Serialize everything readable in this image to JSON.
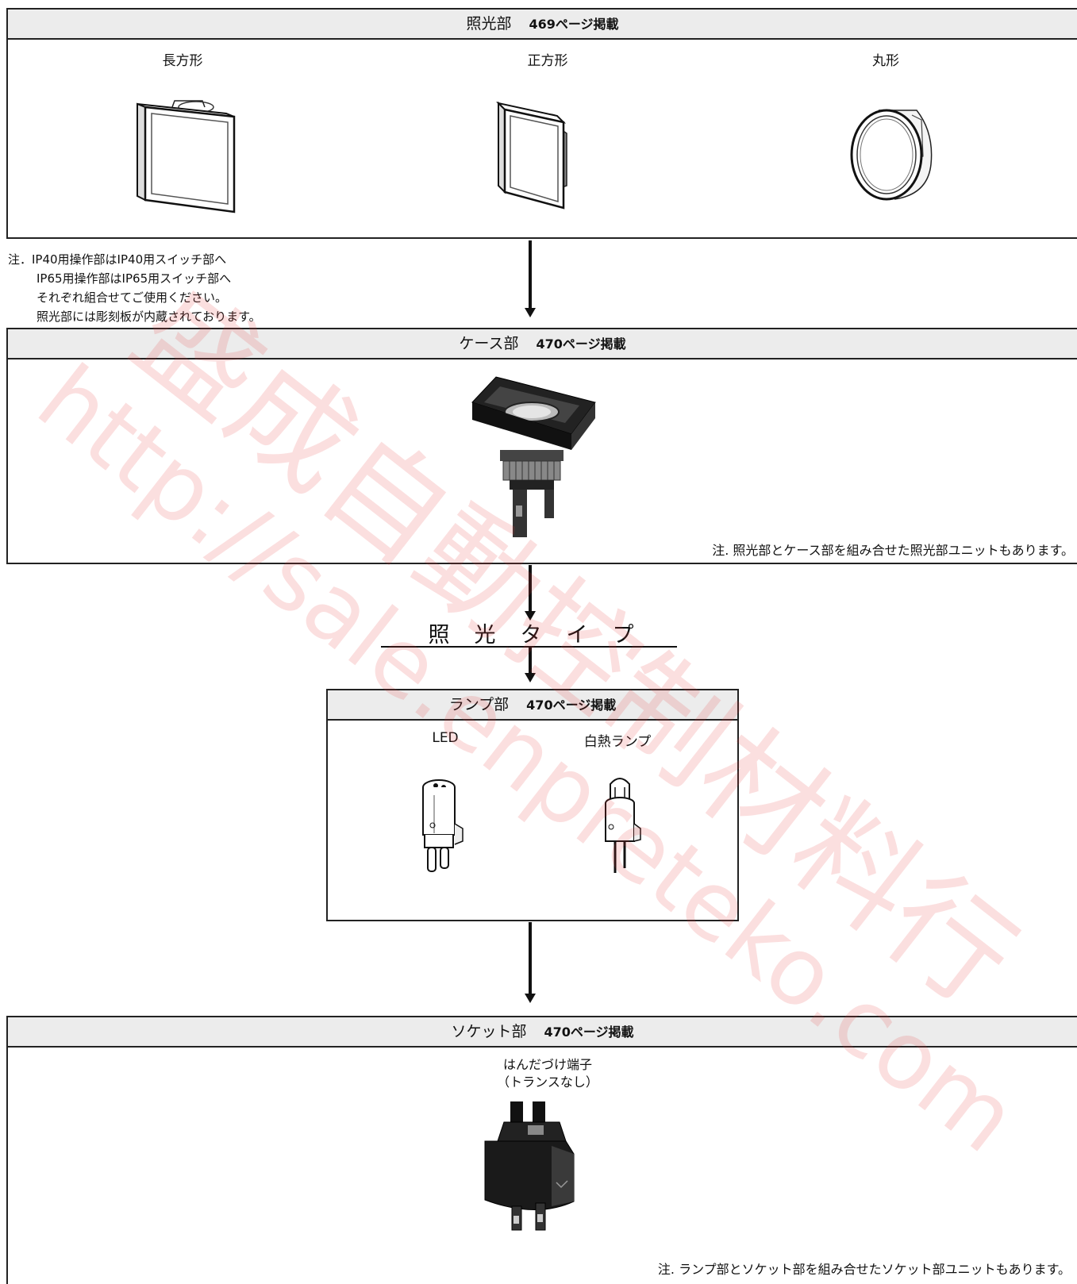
{
  "sections": {
    "illumination": {
      "title": "照光部",
      "page_ref": "469ページ掲載",
      "items": [
        "長方形",
        "正方形",
        "丸形"
      ]
    },
    "case": {
      "title": "ケース部",
      "page_ref": "470ページ掲載",
      "note": "注. 照光部とケース部を組み合せた照光部ユニットもあります。"
    },
    "lamp": {
      "title": "ランプ部",
      "page_ref": "470ページ掲載",
      "items": [
        "LED",
        "白熱ランプ"
      ]
    },
    "socket": {
      "title": "ソケット部",
      "page_ref": "470ページ掲載",
      "item_line1": "はんだづけ端子",
      "item_line2": "（トランスなし）",
      "note": "注. ランプ部とソケット部を組み合せたソケット部ユニットもあります。"
    }
  },
  "notes": {
    "line1": "注．IP40用操作部はIP40用スイッチ部へ",
    "line2": "IP65用操作部はIP65用スイッチ部へ",
    "line3": "それぞれ組合せてご使用ください。",
    "line4": "照光部には彫刻板が内蔵されております。"
  },
  "type_heading": "照　光　タ　イ　プ",
  "watermark": {
    "line1": "盛成自動控制材料行",
    "line2": "http://sale.enpreteko.com",
    "color": "#e83a3a"
  }
}
